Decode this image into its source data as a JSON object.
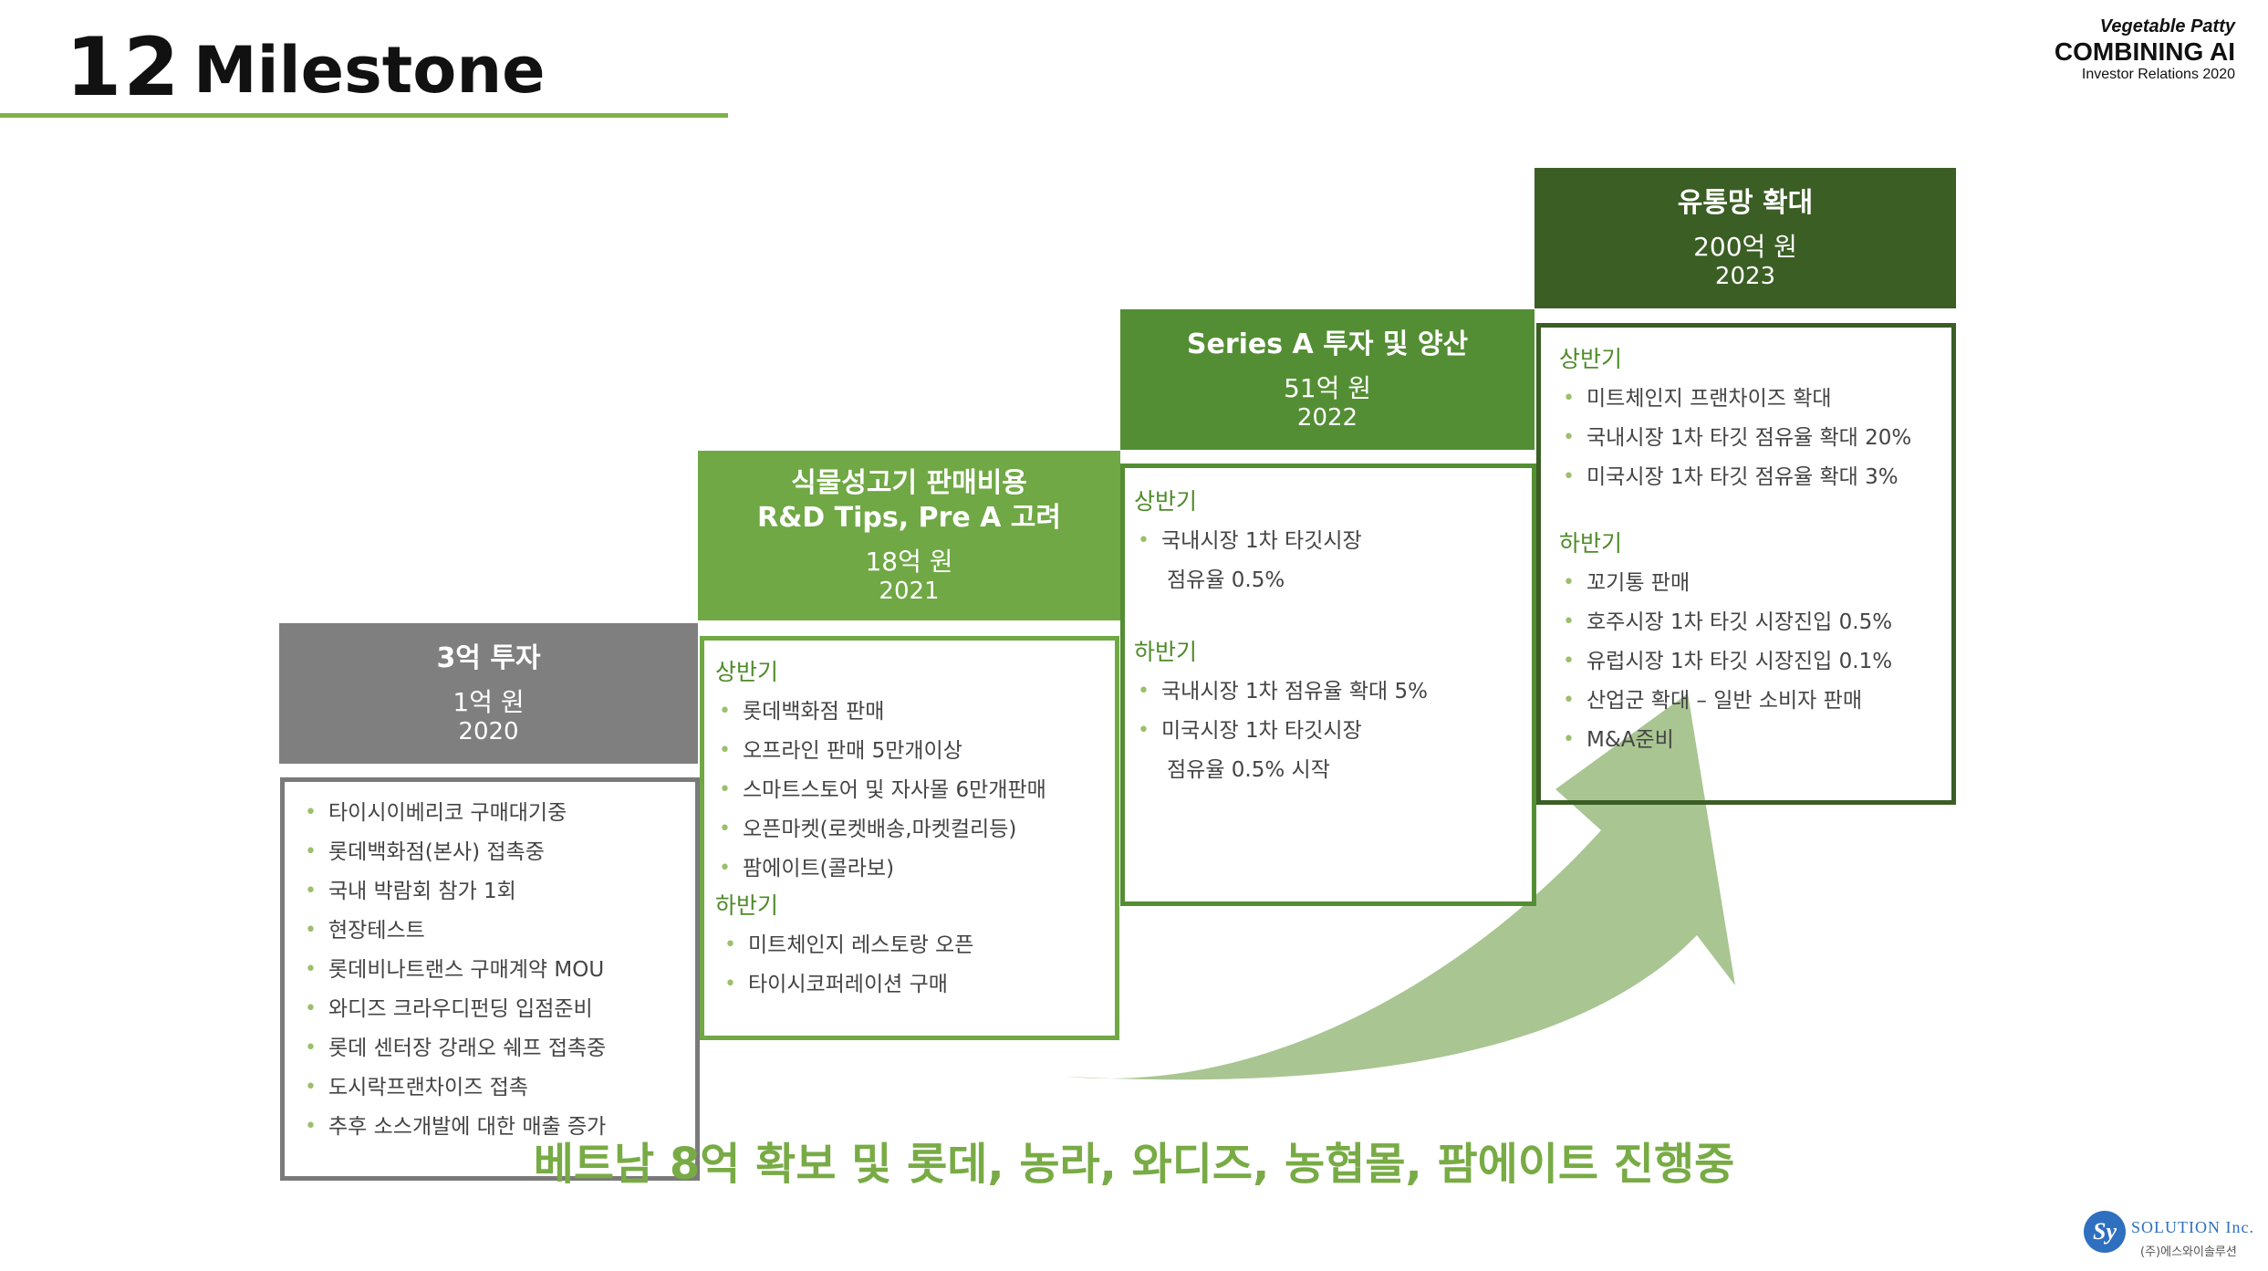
{
  "header": {
    "slide_number": "12",
    "title": "Milestone",
    "brand_line1": "Vegetable Patty",
    "brand_line2": "COMBINING AI",
    "brand_line3": "Investor Relations 2020"
  },
  "milestones": [
    {
      "title": "3억 투자",
      "amount": "1억 원",
      "year": "2020",
      "items": [
        "타이시이베리코 구매대기중",
        "롯데백화점(본사) 접촉중",
        "국내 박람회 참가 1회",
        "현장테스트",
        "롯데비나트랜스 구매계약 MOU",
        "와디즈 크라우디펀딩 입점준비",
        "롯데 센터장 강래오 쉐프 접촉중",
        "도시락프랜차이즈 접촉",
        "추후 소스개발에 대한 매출 증가"
      ]
    },
    {
      "title_line1": "식물성고기 판매비용",
      "title_line2": "R&D Tips, Pre A 고려",
      "amount": "18억 원",
      "year": "2021",
      "first_half_label": "상반기",
      "first_half": [
        "롯데백화점 판매",
        "오프라인 판매 5만개이상",
        "스마트스토어 및 자사몰 6만개판매",
        "오픈마켓(로켓배송,마켓컬리등)",
        "팜에이트(콜라보)"
      ],
      "second_half_label": "하반기",
      "second_half": [
        "미트체인지 레스토랑 오픈",
        "타이시코퍼레이션 구매"
      ]
    },
    {
      "title": "Series A 투자 및 양산",
      "amount": "51억 원",
      "year": "2022",
      "first_half_label": "상반기",
      "first_half_1a": "국내시장 1차 타깃시장",
      "first_half_1b": "점유율 0.5%",
      "second_half_label": "하반기",
      "second_half_1": "국내시장 1차 점유율 확대 5%",
      "second_half_2a": "미국시장 1차 타깃시장",
      "second_half_2b": "점유율 0.5% 시작"
    },
    {
      "title": "유통망 확대",
      "amount": "200억 원",
      "year": "2023",
      "first_half_label": "상반기",
      "first_half": [
        "미트체인지 프랜차이즈 확대",
        "국내시장 1차 타깃 점유율 확대 20%",
        "미국시장 1차 타깃 점유율 확대 3%"
      ],
      "second_half_label": "하반기",
      "second_half": [
        "꼬기통 판매",
        "호주시장 1차 타깃 시장진입 0.5%",
        "유럽시장 1차 타깃 시장진입 0.1%",
        "산업군 확대 – 일반 소비자 판매",
        "M&A준비"
      ]
    }
  ],
  "headline": "베트남 8억 확보 및 롯데, 농라, 와디즈, 농협몰, 팜에이트 진행중",
  "logo": {
    "mark": "Sy",
    "name": "SOLUTION Inc.",
    "sub": "(주)에스와이솔루션"
  },
  "colors": {
    "accent_green": "#7fb24a",
    "gray": "#7f7f7f",
    "green_2021": "#6fa844",
    "green_2022": "#548e34",
    "green_2023": "#3b5e24",
    "arrow": "#a9c592"
  }
}
